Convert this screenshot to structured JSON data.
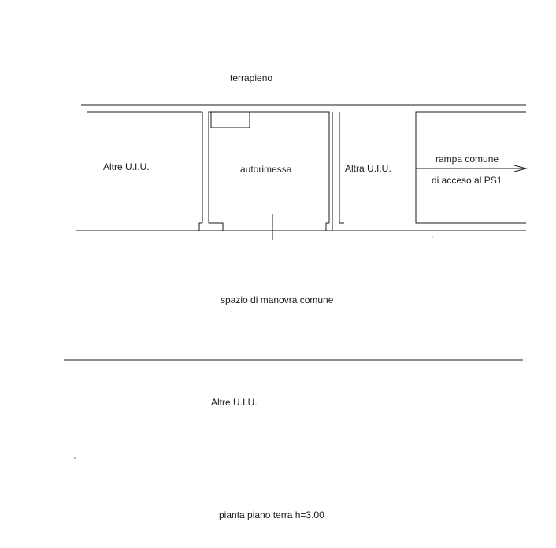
{
  "labels": {
    "terrapieno": "terrapieno",
    "altre_uiu_left": "Altre U.I.U.",
    "autorimessa": "autorimessa",
    "altra_uiu_mid": "Altra U.I.U.",
    "rampa_line1": "rampa comune",
    "rampa_line2": "di acceso al PS1",
    "spazio_manovra": "spazio di manovra comune",
    "altre_uiu_bottom": "Altre U.I.U.",
    "caption": "pianta piano terra h=3.00"
  },
  "colors": {
    "line": "#1a1a1a",
    "background": "#ffffff"
  }
}
